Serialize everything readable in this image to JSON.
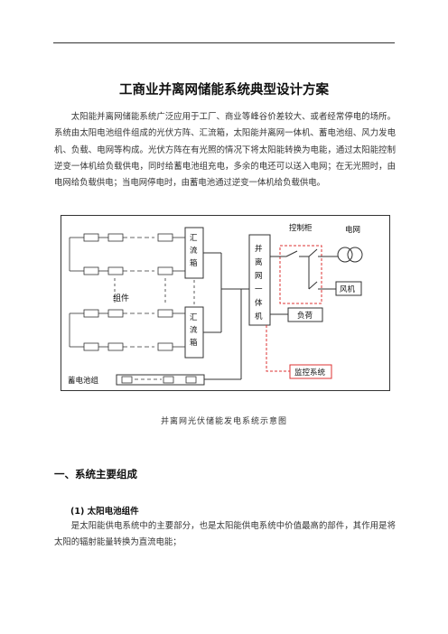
{
  "document": {
    "title": "工商业并离网储能系统典型设计方案",
    "intro": "太阳能并离网储能系统广泛应用于工厂、商业等峰谷价差较大、或者经常停电的场所。系统由太阳电池组件组成的光伏方阵、汇流箱，太阳能并离网一体机、蓄电池组、风力发电机、负载、电网等构成。光伏方阵在有光照的情况下将太阳能转换为电能，通过太阳能控制逆变一体机给负载供电，同时给蓄电池组充电，多余的电还可以送入电网；在无光照时，由电网给负载供电；当电网停电时，由蓄电池通过逆变一体机给负载供电。",
    "caption": "并离网光伏储能发电系统示意图",
    "section1_heading": "一、系统主要组成",
    "subsection1_heading": "(1)  太阳电池组件",
    "subsection1_text": "是太阳能供电系统中的主要部分，也是太阳能供电系统中价值最高的部件，其作用是将太阳的辐射能量转换为直流电能；"
  },
  "diagram": {
    "combiner_label": "汇流箱",
    "inverter_label": "并离网一体机",
    "modules_label": "组件",
    "control_cabinet_label": "控制柜",
    "grid_label": "电网",
    "wind_label": "风机",
    "load_label": "负荷",
    "monitor_label": "监控系统",
    "battery_label": "蓄电池组"
  }
}
